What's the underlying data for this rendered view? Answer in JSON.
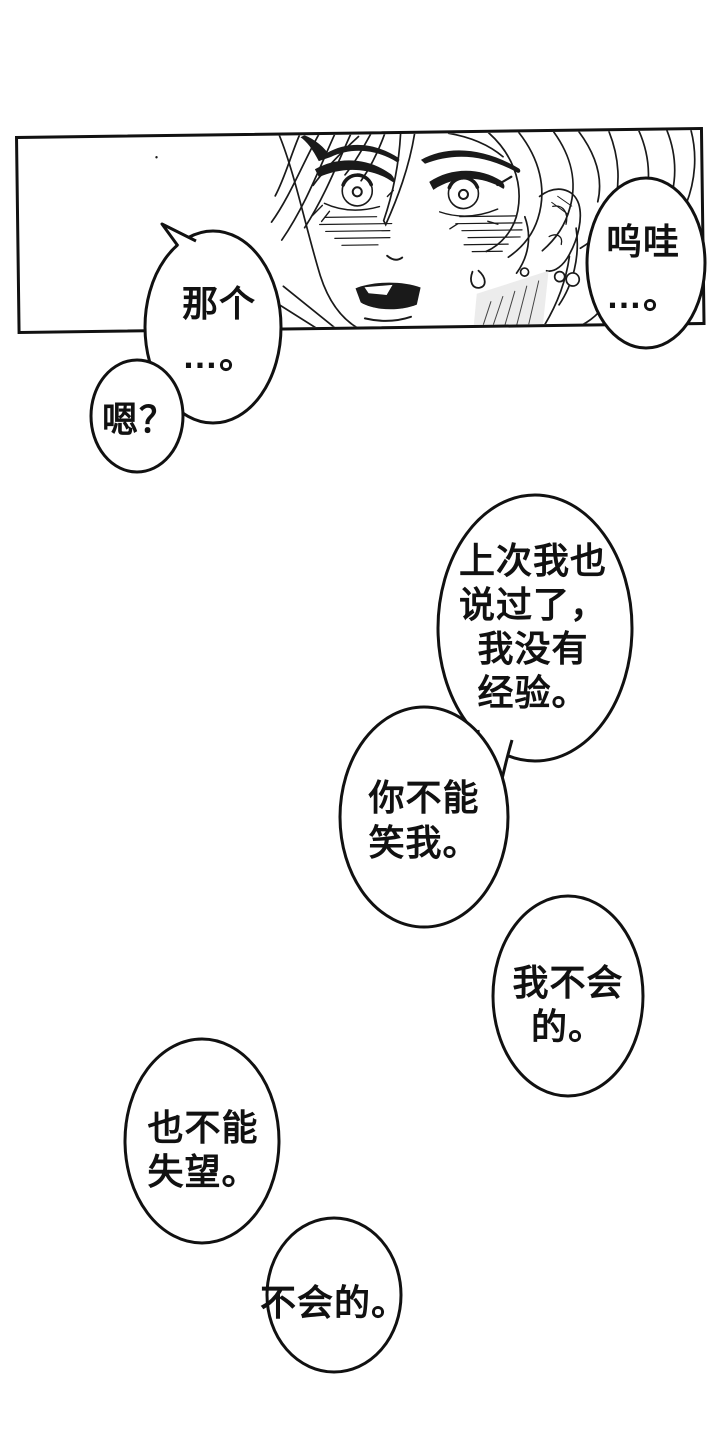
{
  "colors": {
    "ink": "#111111",
    "paper": "#ffffff"
  },
  "bubbles": [
    {
      "id": "wow",
      "lines": [
        "呜哇",
        "…。"
      ]
    },
    {
      "id": "nage",
      "lines": [
        "那个",
        "…。"
      ]
    },
    {
      "id": "en",
      "lines": [
        "嗯？"
      ]
    },
    {
      "id": "shangci",
      "lines": [
        "上次我也",
        "说过了，",
        "我没有",
        "经验。"
      ]
    },
    {
      "id": "buneng",
      "lines": [
        "你不能",
        "笑我。"
      ]
    },
    {
      "id": "wobuhui",
      "lines": [
        "我不会",
        "的。"
      ]
    },
    {
      "id": "yebuneng",
      "lines": [
        "也不能",
        "失望。"
      ]
    },
    {
      "id": "buhuide",
      "lines": [
        "不会的。"
      ]
    }
  ]
}
